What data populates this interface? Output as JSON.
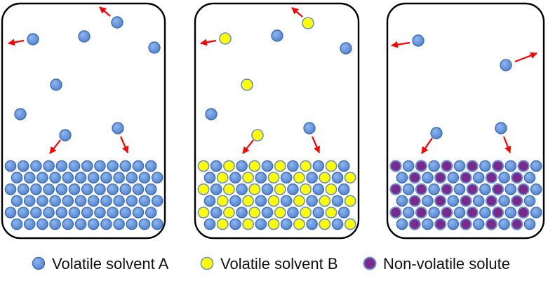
{
  "legend": {
    "items": [
      {
        "label": "Volatile solvent A",
        "particle": "particle-a"
      },
      {
        "label": "Volatile solvent B",
        "particle": "particle-b"
      },
      {
        "label": "Non-volatile solute",
        "particle": "particle-solute"
      }
    ]
  },
  "colors": {
    "solvent_a_fill": "#5b8fd8",
    "solvent_a_stroke": "#3f6fb6",
    "solvent_b_fill": "#ffff00",
    "solvent_b_stroke": "#6d8fc4",
    "solute_fill": "#7a2a8c",
    "solute_stroke": "#6b8fd0",
    "arrow": "#ff0000",
    "container_stroke": "#000000"
  },
  "containers": [
    {
      "name": "container-pure-solvent-a",
      "mixture": "solvent-a-only"
    },
    {
      "name": "container-solvent-a-b-mixture",
      "mixture": "solvent-a-and-b"
    },
    {
      "name": "container-solvent-a-solute",
      "mixture": "solvent-a-and-solute"
    }
  ]
}
